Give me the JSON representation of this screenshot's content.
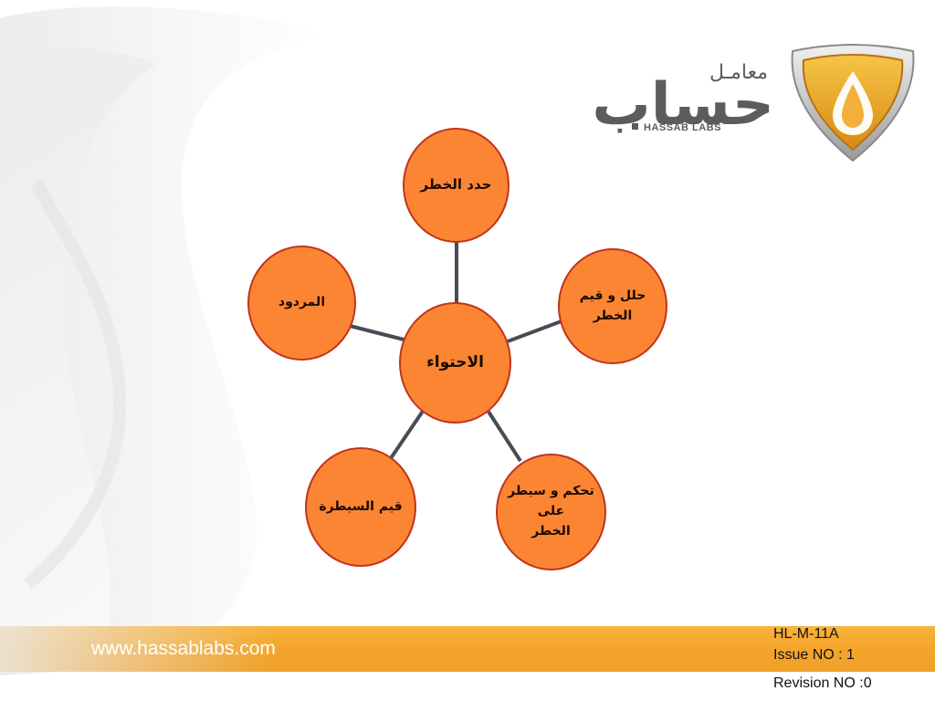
{
  "logo": {
    "arabic_small": "معامـل",
    "arabic_big": "حساب",
    "english": "HASSAB LABS"
  },
  "diagram": {
    "center": "الاحتواء",
    "nodes": [
      "حدد الخطر",
      "حلل و قيم\nالخطر",
      "تحكم و سيطر\nعلى\nالخطر",
      "قيم السيطرة",
      "المردود"
    ]
  },
  "footer": {
    "url": "www.hassablabs.com",
    "doc_code": "HL-M-11A",
    "issue": "Issue NO : 1",
    "revision": "Revision NO :0"
  },
  "colors": {
    "node_fill": "#fc8534",
    "node_border": "#c1341b",
    "connector": "#4a4a55",
    "footer_band": "#f4a52a",
    "logo_gray": "#5c5c5e",
    "shield_gold": "#e9a527"
  }
}
